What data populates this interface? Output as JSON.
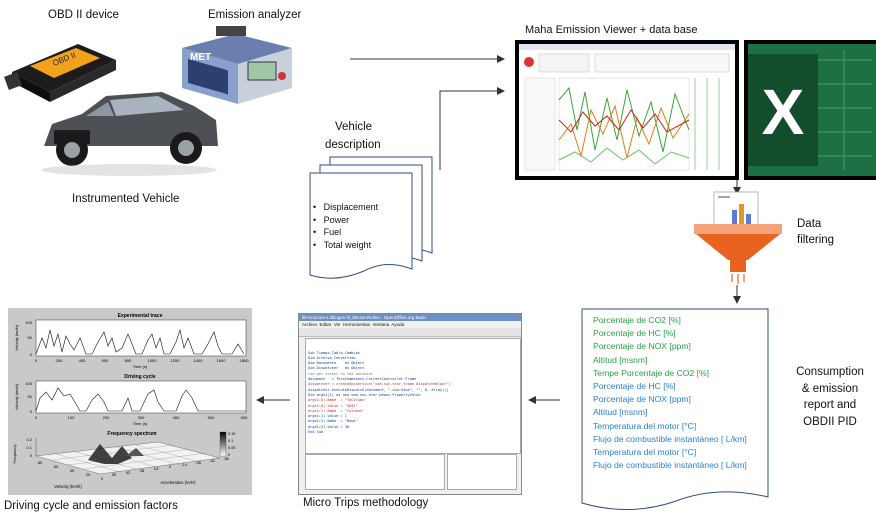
{
  "labels": {
    "obd": "OBD II device",
    "analyzer": "Emission analyzer",
    "vehicle": "Instrumented Vehicle",
    "vehicle_desc_1": "Vehicle",
    "vehicle_desc_2": "description",
    "maha": "Maha Emission Viewer +  data base",
    "data_filtering_1": "Data",
    "data_filtering_2": "filtering",
    "consumption": [
      "Consumption",
      "& emission",
      "report and",
      "OBDII PID"
    ],
    "micro_trips": "Micro Trips methodology",
    "driving_cycle": "Driving  cycle and emission factors"
  },
  "vehicle_description": {
    "items": [
      "Displacement",
      "Power",
      "Fuel",
      "Total weight"
    ]
  },
  "analyzer_brand": "MET",
  "report": {
    "lines": [
      {
        "text": "Porcentaje de CO2 [%]",
        "color": "#2aa048"
      },
      {
        "text": "Porcentaje de HC [%]",
        "color": "#2aa048"
      },
      {
        "text": "Porcentaje de NOX [ppm]",
        "color": "#2aa048"
      },
      {
        "text": "Altitud   [msnm]",
        "color": "#2aa048"
      },
      {
        "text": "Tempe Porcentaje de CO2 [%]",
        "color": "#2aa048"
      },
      {
        "text": "Porcentaje de HC [%]",
        "color": "#2a7fd0"
      },
      {
        "text": "Porcentaje de NOX [ppm]",
        "color": "#2a7fd0"
      },
      {
        "text": "Altitud   [msnm]",
        "color": "#2a7fd0"
      },
      {
        "text": "Temperatura del motor  [°C]",
        "color": "#2a7fd0"
      },
      {
        "text": "Flujo de combustible instantáneo  [ L/km]",
        "color": "#2a7fd0"
      },
      {
        "text": "Temperatura del motor  [°C]",
        "color": "#2a7fd0"
      },
      {
        "text": "Flujo de combustible instantáneo  [ L/km]",
        "color": "#2a7fd0"
      }
    ]
  },
  "plots": {
    "experimental": {
      "title": "Experimental trace",
      "ylabel": "Velocity (km/h)",
      "xlabel": "Time (s)",
      "yticks": [
        "100",
        "50",
        "0"
      ],
      "xticks": [
        "0",
        "200",
        "400",
        "600",
        "800",
        "1000",
        "1200",
        "1400",
        "1600",
        "1800"
      ]
    },
    "driving_cycle": {
      "title": "Driving cycle",
      "ylabel": "Velocity (km/h)",
      "xlabel": "Time (s)",
      "yticks": [
        "100",
        "50",
        "0"
      ],
      "xticks": [
        "0",
        "100",
        "200",
        "300",
        "400",
        "500",
        "600"
      ]
    },
    "frequency": {
      "title": "Frequency spectrum",
      "zlabel": "Frequency",
      "zticks": [
        "0.2",
        "0.1",
        "0"
      ],
      "x_label": "Velocity (km/h)",
      "x_ticks": [
        "80",
        "60",
        "40",
        "20",
        "0"
      ],
      "y_label": "Acceleration (m/s²)",
      "y_ticks": [
        "55",
        "42",
        "28",
        "14",
        "0",
        "-14",
        "-28",
        "-42",
        "-55"
      ],
      "colorbar": [
        "0.15",
        "0.1",
        "0.05",
        "0"
      ]
    }
  },
  "editor": {
    "title": "file:sources-s.liblogen.hl_librose.Rulino - OpenOffice.org Basic",
    "menu": [
      "Archivo",
      "Editar",
      "Ver",
      "Herramientas",
      "Ventana",
      "Ayuda"
    ],
    "code": [
      "Sub Tiempo_Tabla_Cambios",
      "",
      "Dim Archivo_Convertido",
      "Dim Documento    as Object",
      "Dim Dispatcher   as Object",
      "",
      "rem get access to the document",
      "document   = ThisComponent.CurrentController.Frame",
      "dispatcher = createUnoService(\"com.sun.star.frame.DispatchHelper\")",
      "",
      "dispatcher.executeDispatch(document, \".uno:Save\", \"\", 0, Array())",
      "",
      "Dim args1(1) as new com.sun.star.beans.PropertyValue",
      "args1(0).Name  = \"ToColumn\"",
      "args1(0).Value = \"$A$1\"",
      "args1(1).Name  = \"Columns\"",
      "args1(1).Value = 1",
      "args1(2).Name  = \"Rows\"",
      "args1(2).Value = 30",
      "End Sub"
    ]
  },
  "colors": {
    "arrow": "#333333",
    "funnel_top": "#f4a47a",
    "funnel_bottom": "#e8631f",
    "excel_green": "#1d7044",
    "excel_dark": "#134d2e"
  }
}
